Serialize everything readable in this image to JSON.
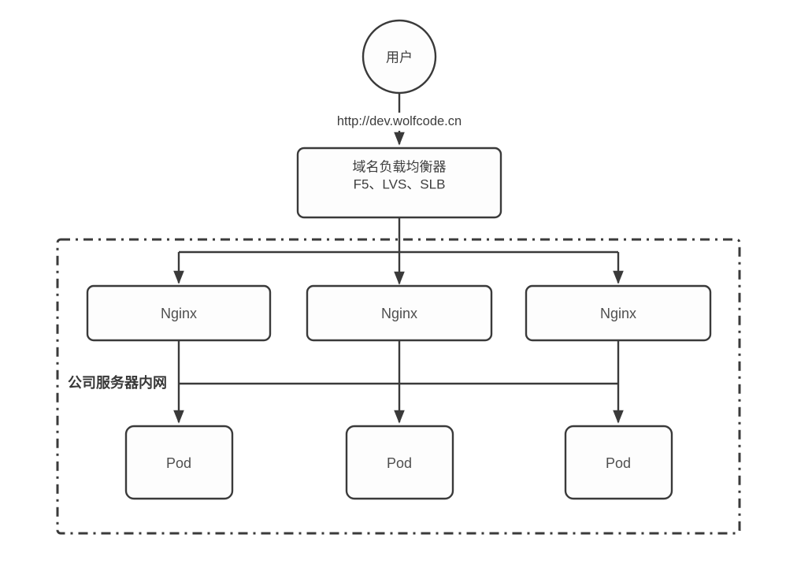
{
  "diagram": {
    "user": {
      "label": "用户"
    },
    "request_url": "http://dev.wolfcode.cn",
    "load_balancer": {
      "title": "域名负载均衡器",
      "subtitle": "F5、LVS、SLB"
    },
    "intranet": {
      "label": "公司服务器内网"
    },
    "nginx": [
      {
        "label": "Nginx"
      },
      {
        "label": "Nginx"
      },
      {
        "label": "Nginx"
      }
    ],
    "pods": [
      {
        "label": "Pod"
      },
      {
        "label": "Pod"
      },
      {
        "label": "Pod"
      }
    ],
    "colors": {
      "stroke": "#3a3a3a",
      "node_text": "#4f4f4f",
      "cn_text": "#3d3d3d",
      "background": "#ffffff"
    }
  }
}
